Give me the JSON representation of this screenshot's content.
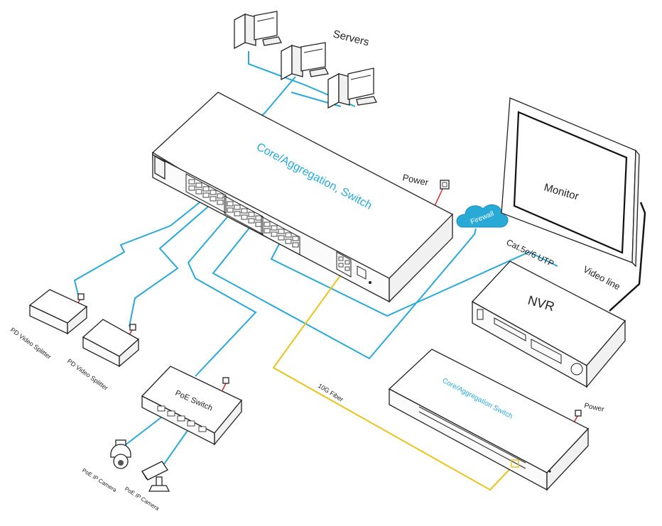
{
  "labels": {
    "servers": "Servers",
    "core_switch_main": "Core/Aggregation, Switch",
    "power_main": "Power",
    "firewall": "Firewall",
    "monitor": "Monitor",
    "video_line": "Video line",
    "cat_utp": "Cat.5e/6 UTP",
    "nvr": "NVR",
    "pd_splitter_1": "PD Video Splitter",
    "pd_splitter_2": "PD Video Splitter",
    "poe_switch": "PoE Switch",
    "poe_camera_1": "PoE IP Camera",
    "poe_camera_2": "PoE IP Camera",
    "fiber": "10G Fiber",
    "core_switch_secondary": "Core/Aggregation Switch",
    "power_secondary": "Power"
  },
  "colors": {
    "ethernet_cable": "#2aa8d8",
    "fiber_cable": "#e7c41e",
    "power_cable": "#d32020",
    "video_cable": "#111111",
    "device_label_accent": "#29a9d6"
  }
}
